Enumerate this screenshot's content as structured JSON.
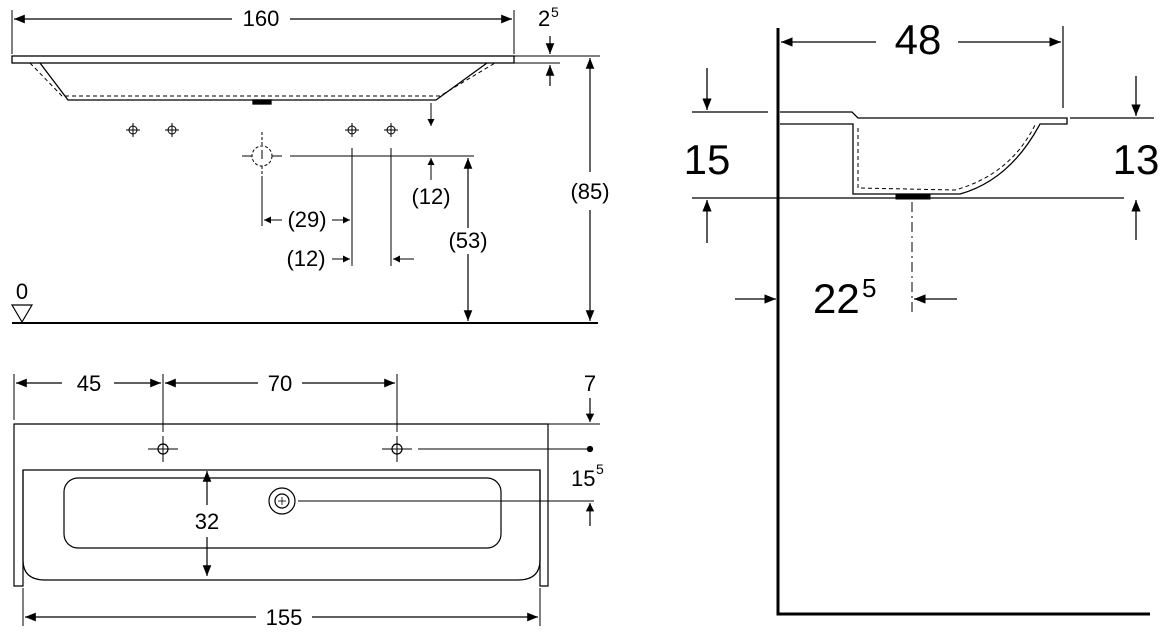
{
  "elevation": {
    "width": "160",
    "rim": "2",
    "rim_sup": "5",
    "height": "(85)",
    "waste_height": "(53)",
    "tap_offset_v": "(12)",
    "waste_offset": "(29)",
    "tap_offset_h": "(12)",
    "floor_label": "0"
  },
  "plan": {
    "tap_left": "45",
    "tap_spacing": "70",
    "tap_depth": "7",
    "waste_depth": "15",
    "waste_depth_sup": "5",
    "bowl_depth": "32",
    "bowl_width": "155"
  },
  "section": {
    "depth": "48",
    "thickness": "15",
    "bowl_height": "13",
    "waste_dist": "22",
    "waste_dist_sup": "5"
  }
}
